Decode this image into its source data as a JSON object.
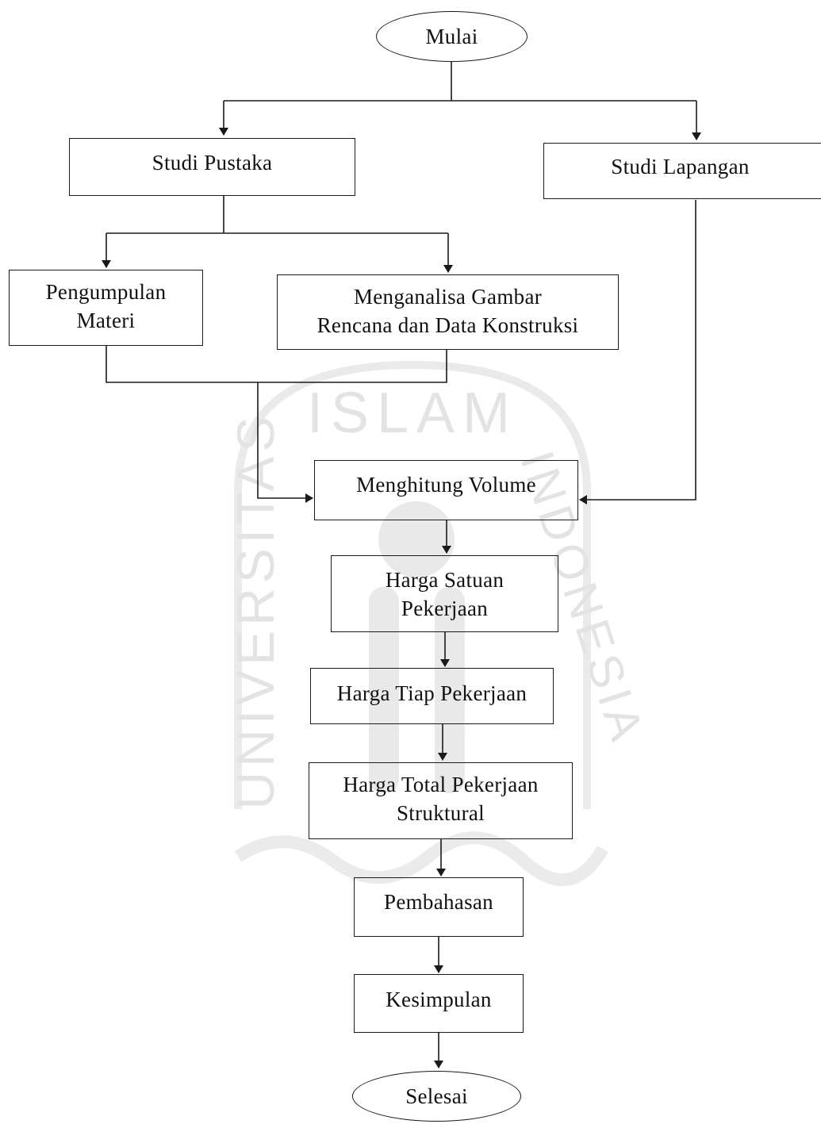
{
  "diagram": {
    "nodes": {
      "start": {
        "label": "Mulai"
      },
      "studi_pustaka": {
        "label": "Studi Pustaka"
      },
      "studi_lapangan": {
        "label": "Studi Lapangan"
      },
      "pengumpulan_materi": {
        "label": "Pengumpulan\nMateri"
      },
      "menganalisa": {
        "label": "Menganalisa Gambar\nRencana dan Data Konstruksi"
      },
      "menghitung_volume": {
        "label": "Menghitung Volume"
      },
      "harga_satuan": {
        "label": "Harga Satuan\nPekerjaan"
      },
      "harga_tiap": {
        "label": "Harga Tiap Pekerjaan"
      },
      "harga_total": {
        "label": "Harga Total Pekerjaan\nStruktural"
      },
      "pembahasan": {
        "label": "Pembahasan"
      },
      "kesimpulan": {
        "label": "Kesimpulan"
      },
      "end": {
        "label": "Selesai"
      }
    },
    "edges": [
      {
        "from": "start",
        "to": "studi_pustaka"
      },
      {
        "from": "start",
        "to": "studi_lapangan"
      },
      {
        "from": "studi_pustaka",
        "to": "pengumpulan_materi"
      },
      {
        "from": "studi_pustaka",
        "to": "menganalisa"
      },
      {
        "from": "pengumpulan_materi",
        "to": "menghitung_volume"
      },
      {
        "from": "menganalisa",
        "to": "menghitung_volume"
      },
      {
        "from": "studi_lapangan",
        "to": "menghitung_volume"
      },
      {
        "from": "menghitung_volume",
        "to": "harga_satuan"
      },
      {
        "from": "harga_satuan",
        "to": "harga_tiap"
      },
      {
        "from": "harga_tiap",
        "to": "harga_total"
      },
      {
        "from": "harga_total",
        "to": "pembahasan"
      },
      {
        "from": "pembahasan",
        "to": "kesimpulan"
      },
      {
        "from": "kesimpulan",
        "to": "end"
      }
    ]
  },
  "watermark": {
    "text_top": "ISLAM",
    "text_left": "UNIVERSITAS",
    "text_right": "INDONESIA",
    "color": "#d9d9d9"
  },
  "colors": {
    "line": "#1a1a1a",
    "background": "#ffffff"
  }
}
